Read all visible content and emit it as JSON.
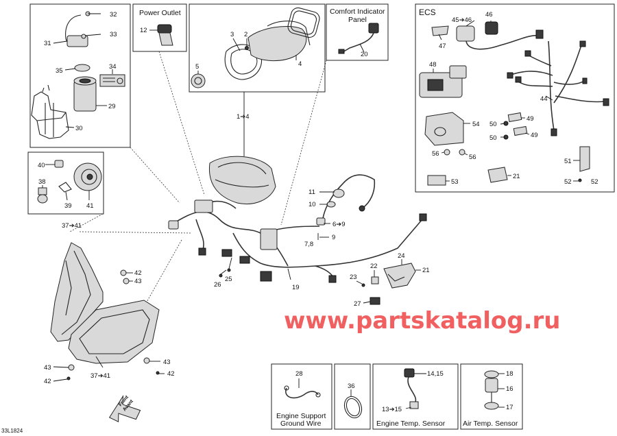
{
  "boxes": {
    "power_outlet": "Power Outlet",
    "comfort_indicator_line1": "Comfort Indicator",
    "comfort_indicator_line2": "Panel",
    "ecs": "ECS",
    "engine_support_line1": "Engine Support",
    "engine_support_line2": "Ground Wire",
    "engine_temp": "Engine Temp. Sensor",
    "air_temp": "Air Temp. Sensor"
  },
  "callouts": {
    "c32": "32",
    "c33": "33",
    "c31": "31",
    "c35": "35",
    "c34": "34",
    "c29": "29",
    "c30": "30",
    "c12": "12",
    "c3": "3",
    "c2": "2",
    "c5": "5",
    "c4": "4",
    "c20": "20",
    "c45_46": "45➔46",
    "c46": "46",
    "c47": "47",
    "c48": "48",
    "c44": "44",
    "c54": "54",
    "c49a": "49",
    "c49b": "49",
    "c50a": "50",
    "c50b": "50",
    "c56a": "56",
    "c56b": "56",
    "c21ecs": "21",
    "c53": "53",
    "c51": "51",
    "c52a": "52",
    "c52b": "52",
    "c40": "40",
    "c38": "38",
    "c39": "39",
    "c41": "41",
    "c37_41_top": "37➔41",
    "c37_41_bot": "37➔41",
    "c1_4": "1➔4",
    "c11": "11",
    "c10": "10",
    "c6_9": "6➔9",
    "c7_8": "7,8",
    "c9": "9",
    "c42a": "42",
    "c43a": "43",
    "c43b": "43",
    "c43c": "43",
    "c42b": "42",
    "c42c": "42",
    "c26": "26",
    "c25": "25",
    "c19": "19",
    "c22": "22",
    "c23": "23",
    "c24": "24",
    "c21": "21",
    "c27": "27",
    "c28": "28",
    "c36": "36",
    "c14_15": "14,15",
    "c13_15": "13➔15",
    "c18": "18",
    "c16": "16",
    "c17": "17"
  },
  "watermark": "www.partskatalog.ru",
  "drawing_code": "33L1824",
  "front_arrow_line1": "Front",
  "front_arrow_line2": "Avant"
}
